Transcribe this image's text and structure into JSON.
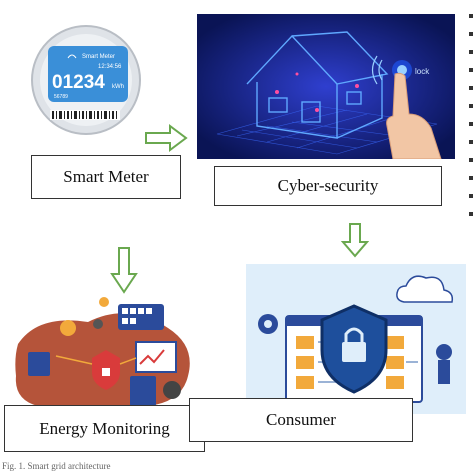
{
  "nodes": {
    "smart_meter": {
      "label": "Smart Meter",
      "brand": "Smart Meter",
      "time": "12:34:56",
      "reading": "01234",
      "unit": "kWh",
      "small_number": "56789"
    },
    "cyber_security": {
      "label": "Cyber-security",
      "lock_text": "lock"
    },
    "energy_monitoring": {
      "label": "Energy Monitoring"
    },
    "consumer": {
      "label": "Consumer"
    }
  },
  "caption": "Fig. 1. Smart grid architecture",
  "colors": {
    "arrow": "#6aa84f",
    "cyber_bg": "#0d1b6e",
    "consumer_bg": "#dfeefa",
    "shield": "#1e4f9c"
  }
}
